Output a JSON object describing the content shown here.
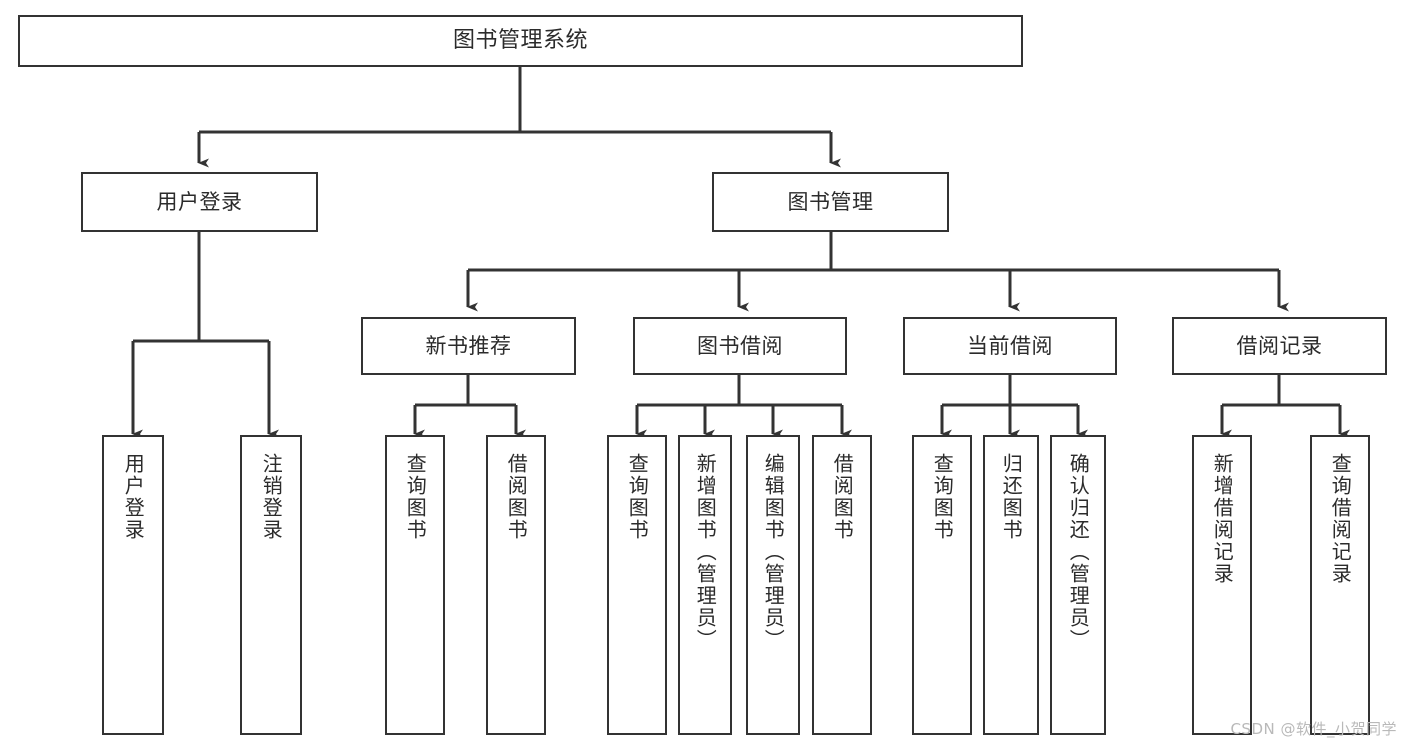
{
  "diagram": {
    "title": "图书管理系统",
    "type": "tree-hierarchy-chart",
    "root": {
      "label": "图书管理系统"
    },
    "level2": [
      {
        "label": "用户登录"
      },
      {
        "label": "图书管理"
      }
    ],
    "level3": [
      {
        "label": "新书推荐"
      },
      {
        "label": "图书借阅"
      },
      {
        "label": "当前借阅"
      },
      {
        "label": "借阅记录"
      }
    ],
    "leaves": {
      "user_login": [
        {
          "label": "用户登录"
        },
        {
          "label": "注销登录"
        }
      ],
      "new_book_recommend": [
        {
          "label": "查询图书"
        },
        {
          "label": "借阅图书"
        }
      ],
      "book_borrow": [
        {
          "label": "查询图书"
        },
        {
          "label": "新增图书（管理员）"
        },
        {
          "label": "编辑图书（管理员）"
        },
        {
          "label": "借阅图书"
        }
      ],
      "current_borrow": [
        {
          "label": "查询图书"
        },
        {
          "label": "归还图书"
        },
        {
          "label": "确认归还（管理员）"
        }
      ],
      "borrow_record": [
        {
          "label": "新增借阅记录"
        },
        {
          "label": "查询借阅记录"
        }
      ]
    },
    "watermark": "CSDN @软件_小贺同学",
    "colors": {
      "stroke": "#333333",
      "text": "#2b2b2b",
      "background": "#ffffff",
      "watermark": "#b9b9b9"
    }
  }
}
